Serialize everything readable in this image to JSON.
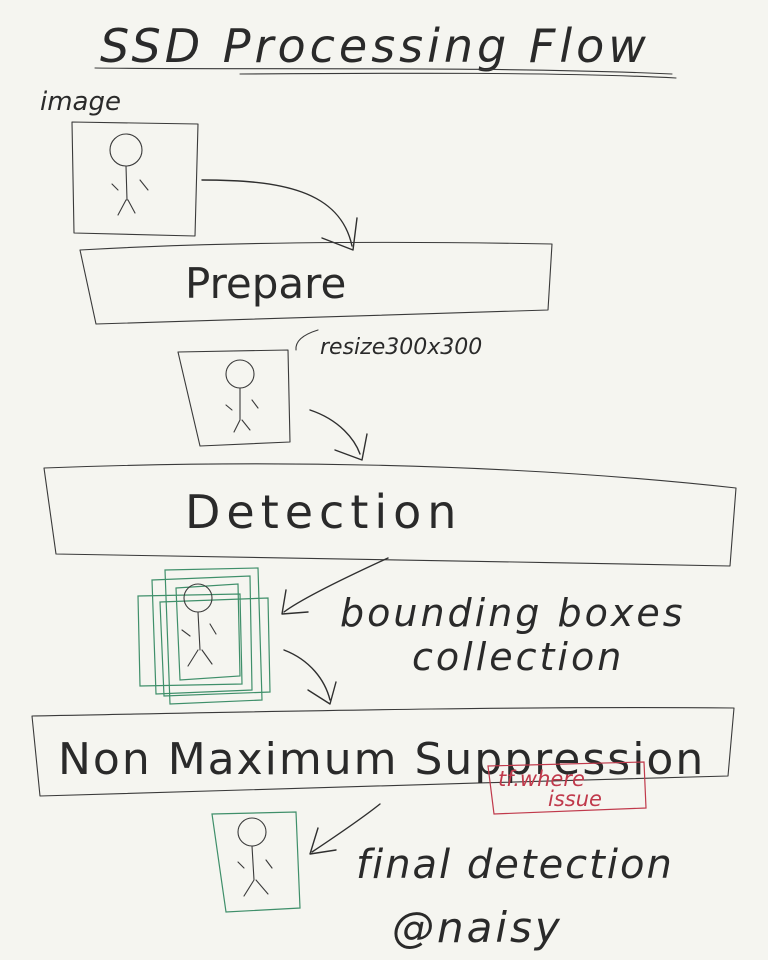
{
  "title": "SSD Processing Flow",
  "labels": {
    "image": "image",
    "prepare": "Prepare",
    "resize": "resize300x300",
    "detection": "Detection",
    "bbox_line1": "bounding boxes",
    "bbox_line2": "collection",
    "nms": "Non Maximum Suppression",
    "issue_line1": "tf.where",
    "issue_line2": "issue",
    "final": "final detection",
    "author": "@naisy"
  },
  "colors": {
    "ink": "#2f2f2f",
    "box_green": "#3f8f6a",
    "issue_red": "#c0394b",
    "paper": "#f5f5f0"
  }
}
